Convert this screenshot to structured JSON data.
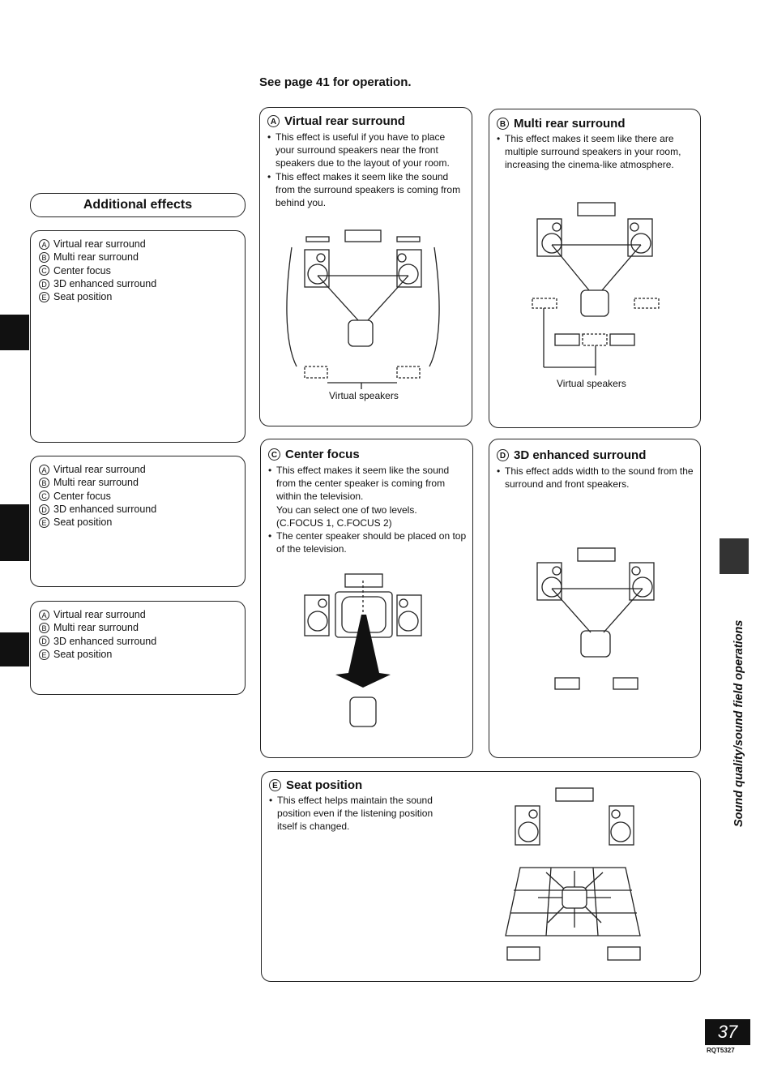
{
  "header": {
    "see_page": "See page 41 for operation."
  },
  "additional": {
    "title": "Additional effects"
  },
  "lists": {
    "list1": [
      {
        "letter": "A",
        "label": "Virtual rear surround"
      },
      {
        "letter": "B",
        "label": "Multi rear surround"
      },
      {
        "letter": "C",
        "label": "Center focus"
      },
      {
        "letter": "D",
        "label": "3D enhanced surround"
      },
      {
        "letter": "E",
        "label": "Seat position"
      }
    ],
    "list2": [
      {
        "letter": "A",
        "label": "Virtual rear surround"
      },
      {
        "letter": "B",
        "label": "Multi rear surround"
      },
      {
        "letter": "C",
        "label": "Center focus"
      },
      {
        "letter": "D",
        "label": "3D enhanced surround"
      },
      {
        "letter": "E",
        "label": "Seat position"
      }
    ],
    "list3": [
      {
        "letter": "A",
        "label": "Virtual rear surround"
      },
      {
        "letter": "B",
        "label": "Multi rear surround"
      },
      {
        "letter": "D",
        "label": "3D enhanced surround"
      },
      {
        "letter": "E",
        "label": "Seat position"
      }
    ]
  },
  "sections": {
    "a": {
      "letter": "A",
      "title": "Virtual rear surround",
      "p1": "This effect is useful if you have to place your surround speakers near the front speakers due to the layout of your room.",
      "p2": "This effect makes it seem like the sound from the surround speakers is coming from behind you.",
      "caption": "Virtual speakers"
    },
    "b": {
      "letter": "B",
      "title": "Multi rear surround",
      "p1": "This effect makes it seem like there are multiple surround speakers in your room, increasing the cinema-like atmosphere.",
      "caption": "Virtual speakers"
    },
    "c": {
      "letter": "C",
      "title": "Center focus",
      "p1": "This effect makes it seem like the sound from the center speaker is coming from within the television.",
      "p1b": "You can select one of two levels.",
      "p1c": "(C.FOCUS 1, C.FOCUS 2)",
      "p2": "The center speaker should be placed on top of the television."
    },
    "d": {
      "letter": "D",
      "title": "3D enhanced surround",
      "p1": "This effect adds width to the sound from the surround and front speakers."
    },
    "e": {
      "letter": "E",
      "title": "Seat position",
      "p1": "This effect helps maintain the sound position even if the listening position itself is changed."
    }
  },
  "side_label": "Sound quality/sound field operations",
  "page_number": "37",
  "doc_code": "RQT5327"
}
